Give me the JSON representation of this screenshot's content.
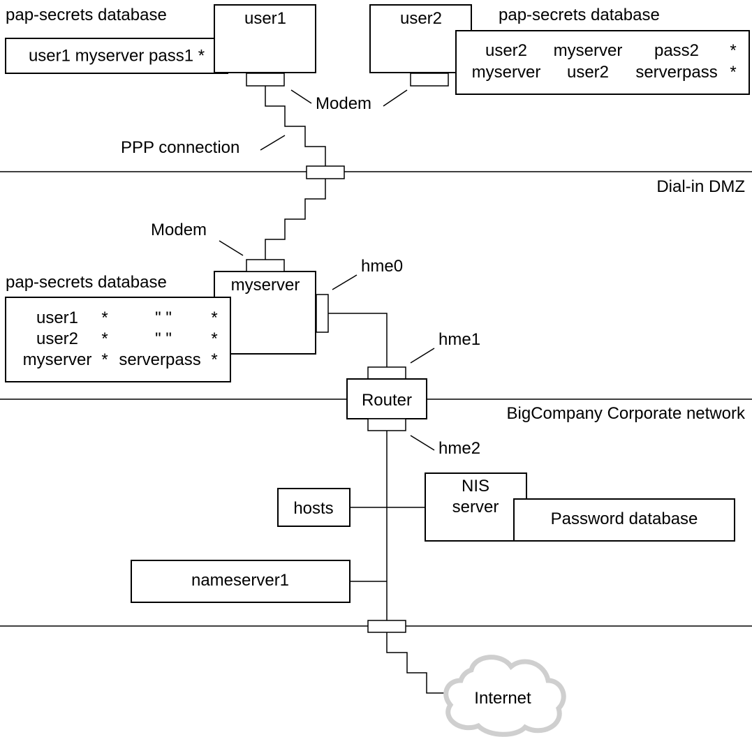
{
  "labels": {
    "pap_db_user1": "pap-secrets database",
    "pap_db_user2": "pap-secrets database",
    "pap_db_server": "pap-secrets database",
    "user1": "user1",
    "user2": "user2",
    "modem_top": "Modem",
    "modem_server": "Modem",
    "ppp_connection": "PPP connection",
    "dialin_dmz": "Dial-in DMZ",
    "myserver": "myserver",
    "hme0": "hme0",
    "hme1": "hme1",
    "hme2": "hme2",
    "router": "Router",
    "corporate_network": "BigCompany Corporate network",
    "nis_server_line1": "NIS",
    "nis_server_line2": "server",
    "password_database": "Password database",
    "hosts": "hosts",
    "nameserver1": "nameserver1",
    "internet": "Internet"
  },
  "user1_secrets": {
    "line1": "user1 myserver pass1 *"
  },
  "user2_secrets": {
    "row1": [
      "user2",
      "myserver",
      "pass2",
      "*"
    ],
    "row2": [
      "myserver",
      "user2",
      "serverpass",
      "*"
    ]
  },
  "server_secrets": {
    "rows": [
      [
        "user1",
        "*",
        "\" \"",
        "*"
      ],
      [
        "user2",
        "*",
        "\" \"",
        "*"
      ],
      [
        "myserver",
        "*",
        "serverpass",
        "*"
      ]
    ]
  }
}
